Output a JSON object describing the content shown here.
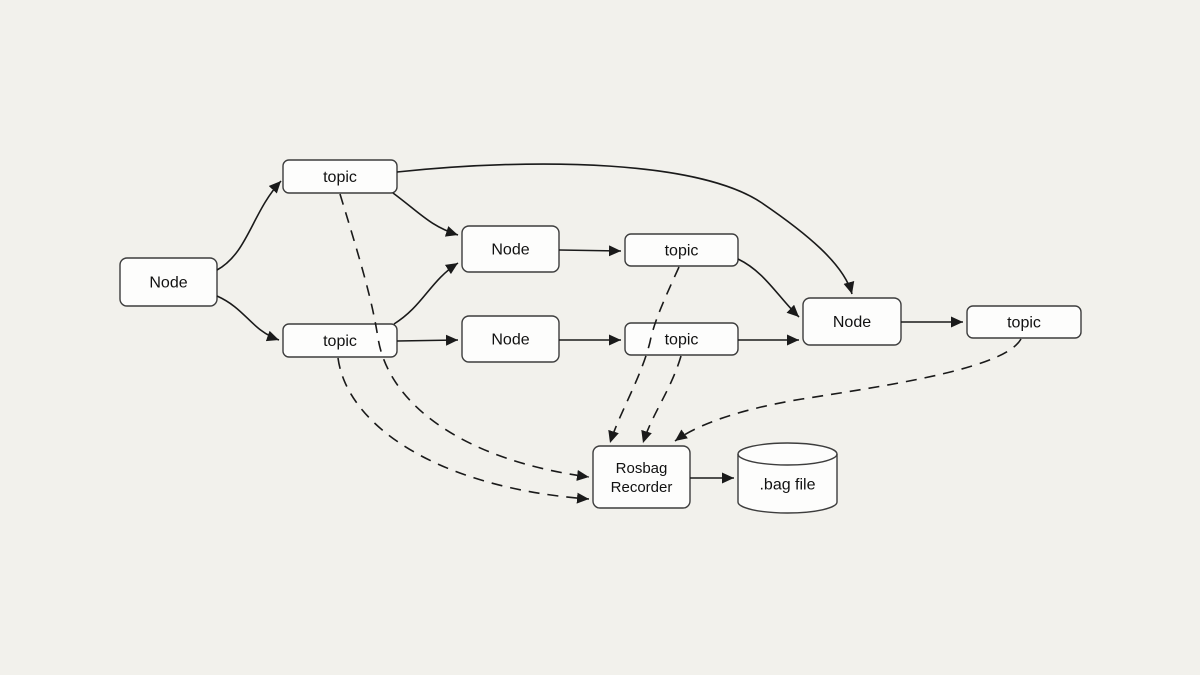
{
  "diagram": {
    "description": "ROS rosbag recording topology diagram",
    "background_color": "#f2f1ec",
    "box_fill_color": "#fdfdfc",
    "box_border_color": "#3d3d3d",
    "text_color": "#111111",
    "arrow_color": "#1a1a1a"
  },
  "nodes": [
    {
      "id": "n1",
      "label": "Node",
      "label_lines": [
        "Node"
      ],
      "shape": "box"
    },
    {
      "id": "t1",
      "label": "topic",
      "label_lines": [
        "topic"
      ],
      "shape": "box"
    },
    {
      "id": "t2",
      "label": "topic",
      "label_lines": [
        "topic"
      ],
      "shape": "box"
    },
    {
      "id": "n2",
      "label": "Node",
      "label_lines": [
        "Node"
      ],
      "shape": "box"
    },
    {
      "id": "n3",
      "label": "Node",
      "label_lines": [
        "Node"
      ],
      "shape": "box"
    },
    {
      "id": "t3",
      "label": "topic",
      "label_lines": [
        "topic"
      ],
      "shape": "box"
    },
    {
      "id": "t4",
      "label": "topic",
      "label_lines": [
        "topic"
      ],
      "shape": "box"
    },
    {
      "id": "n4",
      "label": "Node",
      "label_lines": [
        "Node"
      ],
      "shape": "box"
    },
    {
      "id": "t5",
      "label": "topic",
      "label_lines": [
        "topic"
      ],
      "shape": "box"
    },
    {
      "id": "rec",
      "label": "Rosbag Recorder",
      "label_lines": [
        "Rosbag",
        "Recorder"
      ],
      "shape": "box"
    },
    {
      "id": "bag",
      "label": ".bag file",
      "label_lines": [
        ".bag file"
      ],
      "shape": "cylinder"
    }
  ],
  "edges": [
    {
      "from": "n1",
      "to": "t1",
      "style": "solid"
    },
    {
      "from": "n1",
      "to": "t2",
      "style": "solid"
    },
    {
      "from": "t1",
      "to": "n4",
      "style": "solid"
    },
    {
      "from": "t1",
      "to": "n2",
      "style": "solid"
    },
    {
      "from": "t2",
      "to": "n2",
      "style": "solid"
    },
    {
      "from": "t2",
      "to": "n3",
      "style": "solid"
    },
    {
      "from": "n2",
      "to": "t3",
      "style": "solid"
    },
    {
      "from": "n3",
      "to": "t4",
      "style": "solid"
    },
    {
      "from": "t3",
      "to": "n4",
      "style": "solid"
    },
    {
      "from": "t4",
      "to": "n4",
      "style": "solid"
    },
    {
      "from": "n4",
      "to": "t5",
      "style": "solid"
    },
    {
      "from": "rec",
      "to": "bag",
      "style": "solid"
    },
    {
      "from": "t1",
      "to": "rec",
      "style": "dashed"
    },
    {
      "from": "t2",
      "to": "rec",
      "style": "dashed"
    },
    {
      "from": "t3",
      "to": "rec",
      "style": "dashed"
    },
    {
      "from": "t4",
      "to": "rec",
      "style": "dashed"
    },
    {
      "from": "t5",
      "to": "rec",
      "style": "dashed"
    }
  ]
}
